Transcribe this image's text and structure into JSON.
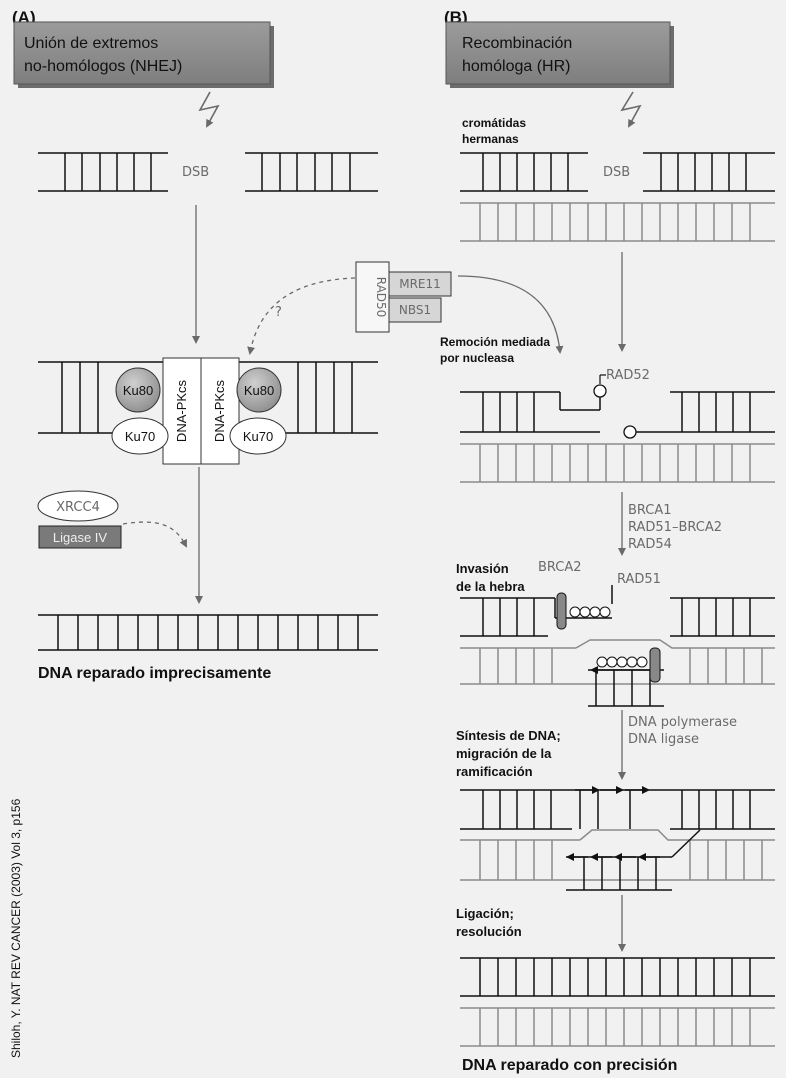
{
  "panel_a": {
    "letter": "(A)",
    "title_line1": "Unión de extremos",
    "title_line2": "no-homólogos (NHEJ)",
    "dsb": "DSB",
    "question": "?",
    "ku80_left": "Ku80",
    "ku70_left": "Ku70",
    "dnapkcs_left": "DNA-PKcs",
    "dnapkcs_right": "DNA-PKcs",
    "ku80_right": "Ku80",
    "ku70_right": "Ku70",
    "xrcc4": "XRCC4",
    "ligase": "Ligase IV",
    "result": "DNA reparado imprecisamente"
  },
  "mrn_complex": {
    "rad50": "RAD50",
    "mre11": "MRE11",
    "nbs1": "NBS1"
  },
  "panel_b": {
    "letter": "(B)",
    "title_line1": "Recombinación",
    "title_line2": "homóloga (HR)",
    "sisters_line1": "cromátidas",
    "sisters_line2": "hermanas",
    "dsb": "DSB",
    "resection_line1": "Remoción mediada",
    "resection_line2": "por nucleasa",
    "rad52": "RAD52",
    "brca1": "BRCA1",
    "rad51_brca2": "RAD51–BRCA2",
    "rad54": "RAD54",
    "invasion_line1": "Invasión",
    "invasion_line2": "de la hebra",
    "brca2": "BRCA2",
    "rad51": "RAD51",
    "synthesis_line1": "Síntesis de DNA;",
    "synthesis_line2": "migración de la",
    "synthesis_line3": "ramificación",
    "polymerase": "DNA polymerase",
    "ligase": "DNA ligase",
    "ligation_line1": "Ligación;",
    "ligation_line2": "resolución",
    "result": "DNA reparado con precisión"
  },
  "citation": "Shiloh, Y. NAT REV CANCER (2003) Vol 3, p156",
  "colors": {
    "background": "#f1f1f1",
    "title_box": "#8f8f8f",
    "ku_fill": "#a9a9a9",
    "ligase_fill": "#7a7a7a",
    "dna_black": "#111111",
    "dna_grey": "#8a8a8a",
    "arrow": "#6a6a6a"
  }
}
